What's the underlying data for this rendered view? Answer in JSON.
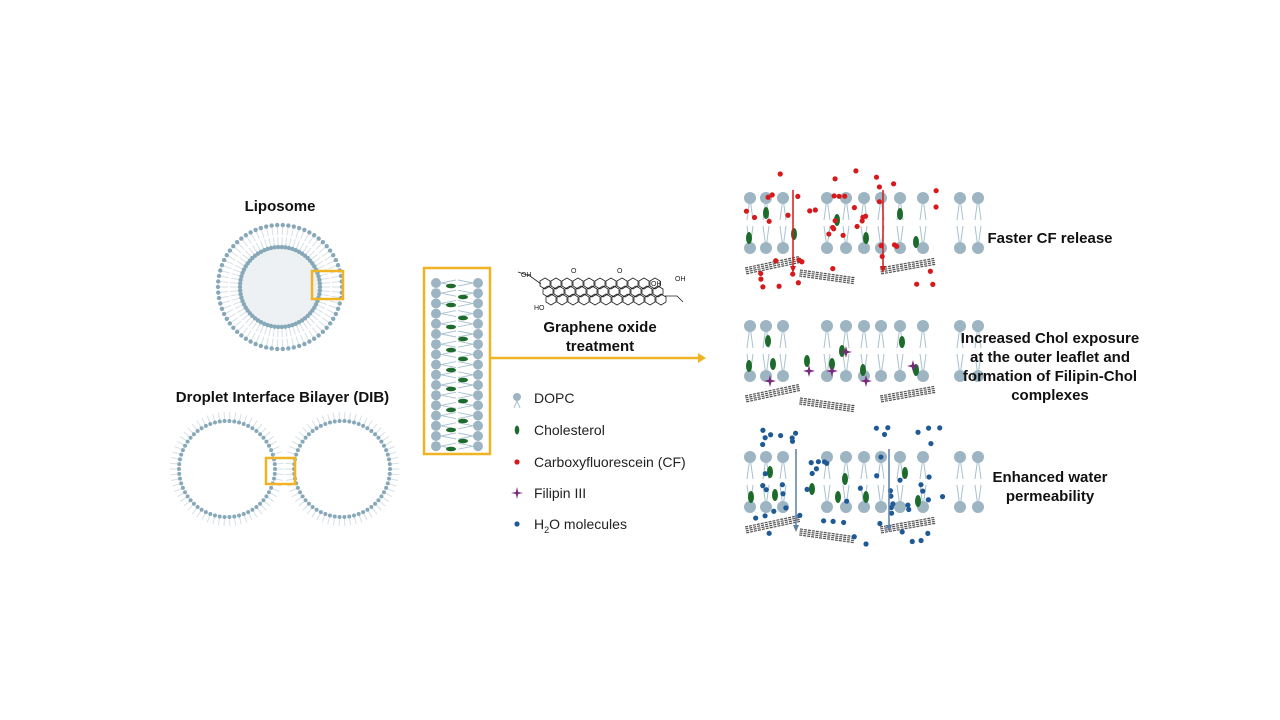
{
  "left": {
    "liposome_title": "Liposome",
    "dib_title": "Droplet Interface Bilayer (DIB)"
  },
  "treatment": {
    "line1": "Graphene oxide",
    "line2": "treatment",
    "molecule_groups": [
      "OH",
      "O",
      "O",
      "OH",
      "HO",
      "OH"
    ]
  },
  "legend": [
    {
      "icon": "dopc-lipid-icon",
      "label": "DOPC"
    },
    {
      "icon": "cholesterol-icon",
      "label": "Cholesterol"
    },
    {
      "icon": "cf-dot-icon",
      "label": "Carboxyfluorescein (CF)"
    },
    {
      "icon": "filipin-star-icon",
      "label": "Filipin III"
    },
    {
      "icon": "water-dot-icon",
      "label_pre": "H",
      "label_sub": "2",
      "label_post": "O molecules"
    }
  ],
  "outcomes": [
    {
      "text": "Faster CF release"
    },
    {
      "lines": [
        "Increased Chol exposure",
        "at the outer leaflet and",
        "formation of Filipin-Chol",
        "complexes"
      ]
    },
    {
      "lines": [
        "Enhanced water",
        "permeability"
      ]
    }
  ],
  "colors": {
    "lipid": "#9db4c3",
    "tail": "#a9c2cf",
    "cholesterol": "#1d6b2a",
    "cf": "#d7191c",
    "filipin": "#7a2a7e",
    "water": "#1f5a96",
    "highlight": "#f0b323",
    "graphene": "#555555"
  }
}
